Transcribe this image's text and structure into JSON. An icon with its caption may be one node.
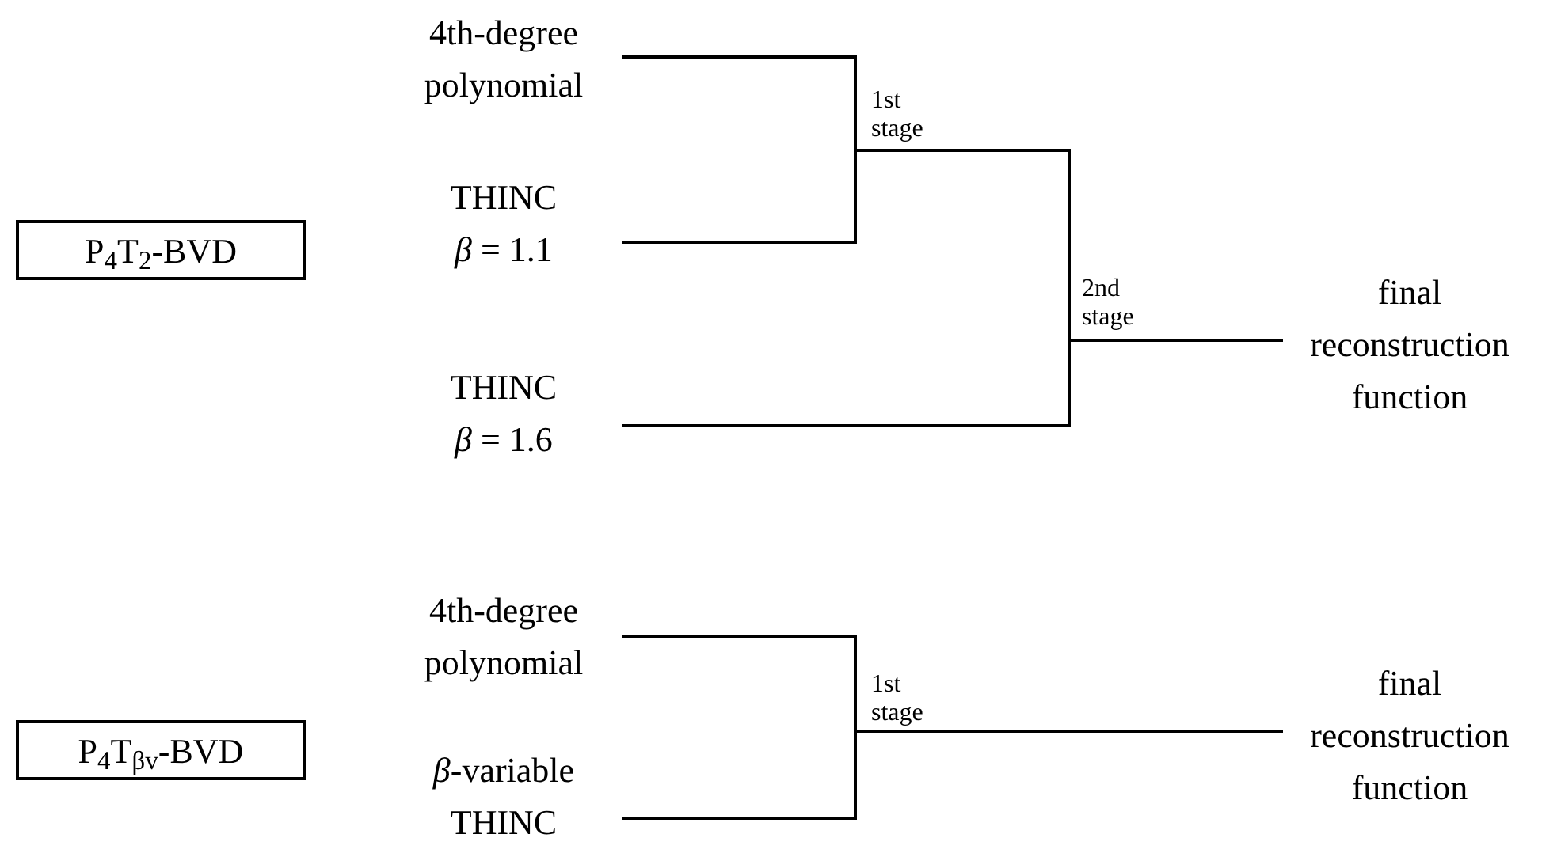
{
  "diagram": {
    "nodes": [
      {
        "text": [
          "P$_{4}$T$_{2}$-BVD"
        ]
      },
      {
        "text": [
          "4th-degree polynomial"
        ]
      },
      {
        "text": [
          "THINC",
          "*β* = 1.1"
        ]
      },
      {
        "text": [
          "THINC",
          "*β* = 1.6"
        ]
      },
      {
        "text": [
          "final reconstruction function"
        ]
      },
      {
        "text": [
          "P$_{4}$T$_{βv}$-BVD"
        ]
      },
      {
        "text": [
          "4th-degree polynomial"
        ]
      },
      {
        "text": [
          "*β*-variable THINC"
        ]
      },
      {
        "text": [
          "final reconstruction function"
        ]
      }
    ],
    "edges": [
      {
        "from": 1,
        "to": 4,
        "arrow": "none"
      },
      {
        "from": 2,
        "to": 4,
        "arrow": "none"
      },
      {
        "from": 3,
        "to": 4,
        "arrow": "none"
      },
      {
        "from": 6,
        "to": 8,
        "arrow": "none"
      },
      {
        "from": 7,
        "to": 8,
        "arrow": "none"
      }
    ],
    "labels": [
      "1st stage",
      "2nd stage",
      "1st stage"
    ]
  }
}
